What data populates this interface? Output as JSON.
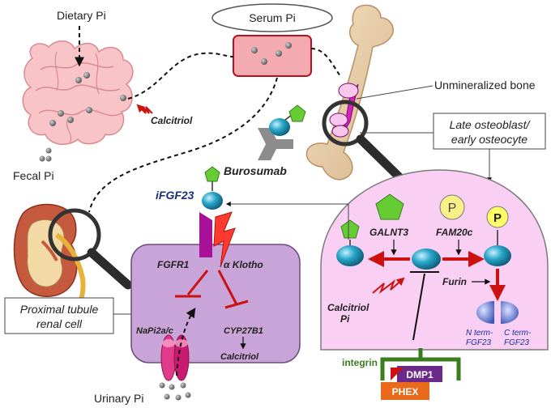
{
  "labels": {
    "dietary_pi": "Dietary Pi",
    "serum_pi": "Serum Pi",
    "fecal_pi": "Fecal Pi",
    "urinary_pi": "Urinary Pi",
    "calcitriol_gut": "Calcitriol",
    "burosumab": "Burosumab",
    "unmineralized_bone": "Unmineralized bone",
    "late_osteoblast_line1": "Late osteoblast/",
    "late_osteoblast_line2": "early osteocyte",
    "ifgf23": "iFGF23",
    "fgfr1": "FGFR1",
    "aklotho": "α Klotho",
    "proximal_line1": "Proximal tubule",
    "proximal_line2": "renal cell",
    "napi2ac": "NaPi2a/c",
    "cyp27b1": "CYP27B1",
    "calcitriol_kidney": "Calcitriol",
    "galnt3": "GALNT3",
    "fam20c": "FAM20c",
    "p_label": "P",
    "p_label_bound": "P",
    "furin": "Furin",
    "calcitriol_bone": "Calcitriol",
    "pi_bone": "Pi",
    "nterm_line1": "N term-",
    "nterm_line2": "FGF23",
    "cterm_line1": "C term-",
    "cterm_line2": "FGF23",
    "integrin": "integrin",
    "dmp1": "DMP1",
    "phex": "PHEX"
  },
  "colors": {
    "intestine": "#f8c4c8",
    "serum_box": "#f3aab0",
    "osteocyte_cell": "#f9d0f4",
    "renal_cell": "#c9a4d8",
    "fgf23_sphere": "#1f9fbf",
    "fgf23_green": "#66cc33",
    "inhibit_red": "#cc1111",
    "fgfr1_magenta": "#aa1199",
    "klotho_red": "#ff3b30",
    "integrin_green": "#3a7d1f",
    "dmp1_purple": "#6b2a8a",
    "phex_orange": "#e86a1a",
    "burosumab_gray": "#8c8c8c"
  },
  "icons": [
    "magnifier-icon",
    "antibody-icon",
    "fgf23-molecule-icon",
    "phosphate-icon",
    "channel-icon",
    "kidney-icon",
    "bone-icon",
    "intestine-icon"
  ]
}
